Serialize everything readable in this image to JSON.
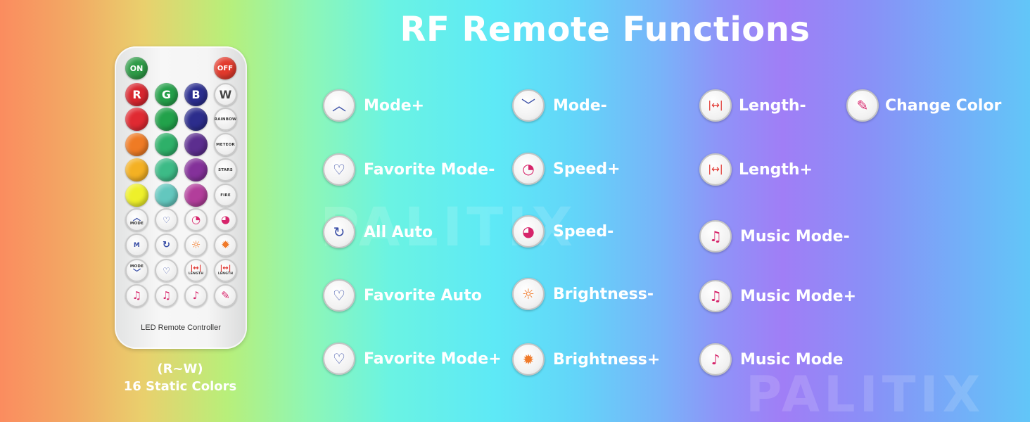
{
  "header": {
    "title": "RF Remote Functions"
  },
  "watermark": "PALITIX",
  "remote": {
    "top_buttons": [
      {
        "label": "ON",
        "color": "#2e9b47"
      },
      {
        "label": "OFF",
        "color": "#e23a2c"
      }
    ],
    "rgbw_buttons": [
      {
        "label": "R",
        "color": "#d8262f"
      },
      {
        "label": "G",
        "color": "#25a04a"
      },
      {
        "label": "B",
        "color": "#2b2e8f"
      },
      {
        "label": "W",
        "color": "#ffffff"
      }
    ],
    "color_rows": [
      [
        "#e02a32",
        "#22a24b",
        "#2c2d8c"
      ],
      [
        "#ef7b24",
        "#2eb069",
        "#5c2e8f"
      ],
      [
        "#f4b123",
        "#3dbb87",
        "#84319a"
      ],
      [
        "#eef02a",
        "#63c7be",
        "#b23e9b"
      ]
    ],
    "effect_buttons": [
      "RAINBOW",
      "METEOR",
      "STARS",
      "FIRE"
    ],
    "function_rows": [
      [
        {
          "text": "MODE",
          "icon": "mode-up-icon"
        },
        {
          "text": "",
          "icon": "heart-up-icon"
        },
        {
          "text": "",
          "icon": "speed-icon"
        },
        {
          "text": "",
          "icon": "speed-icon"
        }
      ],
      [
        {
          "text": "M",
          "icon": "auto-icon"
        },
        {
          "text": "",
          "icon": "heart-auto-icon"
        },
        {
          "text": "",
          "icon": "brightness-icon"
        },
        {
          "text": "",
          "icon": "brightness-icon"
        }
      ],
      [
        {
          "text": "MODE",
          "icon": "mode-down-icon"
        },
        {
          "text": "",
          "icon": "heart-down-icon"
        },
        {
          "text": "LENGTH",
          "icon": "length-icon"
        },
        {
          "text": "LENGTH",
          "icon": "length-icon"
        }
      ],
      [
        {
          "text": "",
          "icon": "music-note-icon"
        },
        {
          "text": "",
          "icon": "music-note-icon"
        },
        {
          "text": "",
          "icon": "music-mode-icon"
        },
        {
          "text": "",
          "icon": "change-color-icon"
        }
      ]
    ],
    "label": "LED Remote Controller"
  },
  "caption": {
    "line1": "(R~W)",
    "line2": "16 Static Colors"
  },
  "functions": {
    "col1": [
      {
        "label": "Mode+",
        "icon": "mode-up-icon"
      },
      {
        "label": "Favorite Mode-",
        "icon": "heart-down-icon"
      },
      {
        "label": "All Auto",
        "icon": "auto-icon"
      },
      {
        "label": "Favorite Auto",
        "icon": "heart-auto-icon"
      },
      {
        "label": "Favorite Mode+",
        "icon": "heart-up-icon"
      }
    ],
    "col2": [
      {
        "label": "Mode-",
        "icon": "mode-down-icon"
      },
      {
        "label": "Speed+",
        "icon": "speed-icon"
      },
      {
        "label": "Speed-",
        "icon": "speed-icon"
      },
      {
        "label": "Brightness-",
        "icon": "brightness-icon"
      },
      {
        "label": "Brightness+",
        "icon": "brightness-icon"
      }
    ],
    "col3": [
      {
        "label": "Length-",
        "icon": "length-icon"
      },
      {
        "label": "Length+",
        "icon": "length-icon"
      },
      {
        "label": "Music Mode-",
        "icon": "music-note-icon"
      },
      {
        "label": "Music Mode+",
        "icon": "music-play-icon"
      },
      {
        "label": "Music Mode",
        "icon": "music-mode-icon"
      }
    ],
    "col4": [
      {
        "label": "Change Color",
        "icon": "change-color-icon"
      }
    ]
  }
}
